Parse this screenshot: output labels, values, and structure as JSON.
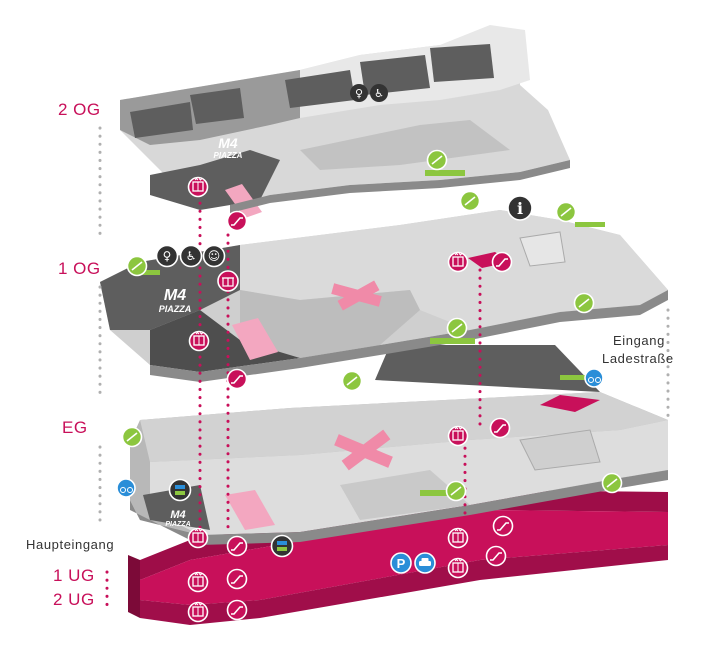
{
  "levels": [
    "2 OG",
    "1 OG",
    "EG",
    "1 UG",
    "2 UG"
  ],
  "entrance_main": "Haupteingang",
  "entrance_loading": [
    "Eingang",
    "Ladestraße"
  ],
  "brand": {
    "top": "M4",
    "bottom": "PIAZZA"
  },
  "colors": {
    "accent": "#c8105a",
    "dark_floor": "#5e5e5e",
    "mid_floor": "#9a9a9a",
    "light_floor": "#d8d8d8",
    "pale_floor": "#e8e8e8",
    "green": "#8cc63f",
    "info_dark": "#333333",
    "blue": "#2a8ed8"
  },
  "icons": [
    "toilet-icon",
    "wheelchair-icon",
    "baby-changing-icon",
    "gift-icon",
    "info-icon",
    "bicycle-icon",
    "parking-icon",
    "car-icon",
    "elevator-icon",
    "escalator-icon",
    "stairs-icon"
  ]
}
